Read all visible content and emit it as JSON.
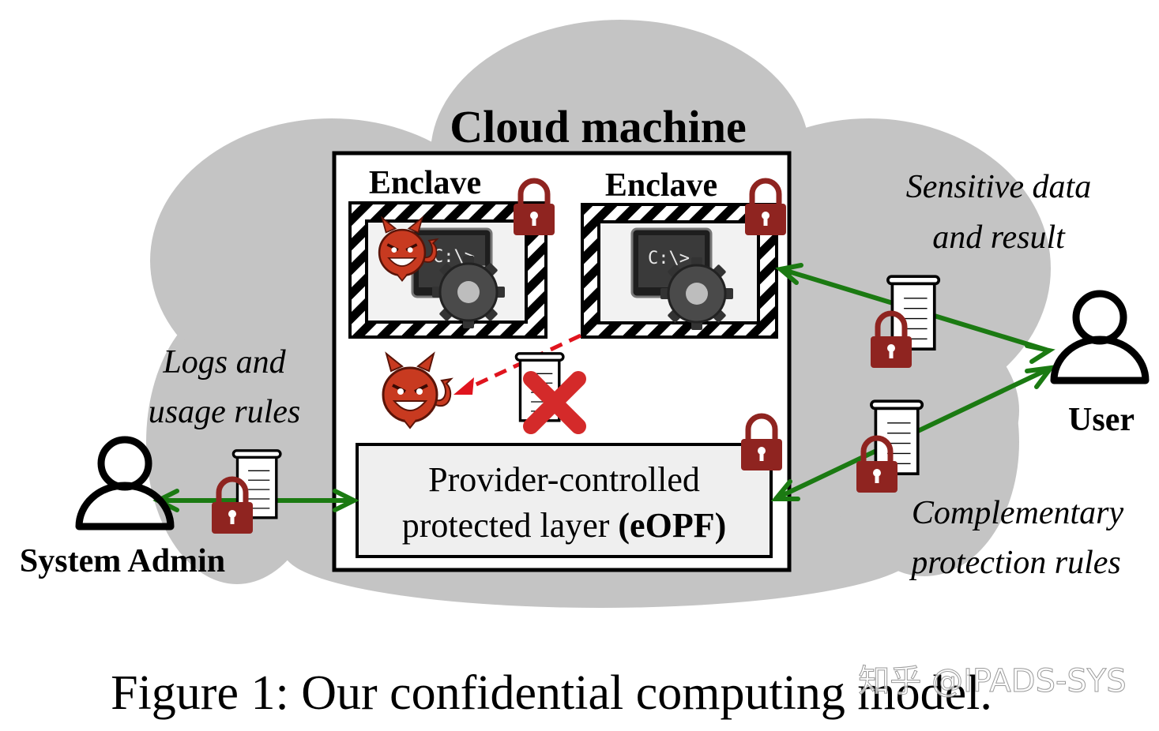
{
  "diagram": {
    "title": "Cloud machine",
    "enclave_left_label": "Enclave",
    "enclave_right_label": "Enclave",
    "eopf_line1": "Provider-controlled",
    "eopf_line2_normal": "protected layer ",
    "eopf_line2_bold": "(eOPF)",
    "enclave_screen_text": "C:\\>_",
    "sensitive_line1": "Sensitive data",
    "sensitive_line2": "and result",
    "logs_line1": "Logs and",
    "logs_line2": "usage rules",
    "complementary_line1": "Complementary",
    "complementary_line2": "protection rules",
    "user_label": "User",
    "admin_label": "System Admin"
  },
  "caption": "Figure 1: Our confidential computing model.",
  "watermark": "知乎 @IPADS-SYS",
  "colors": {
    "cloud": "#c4c4c4",
    "arrow_green": "#1b7a12",
    "arrow_red": "#e0141e",
    "lock": "#8f2420",
    "devil": "#c83a20",
    "eopf_fill": "#efefef"
  },
  "icons": [
    "cloud-shape",
    "padlock-icon",
    "document-icon",
    "person-icon",
    "devil-icon",
    "terminal-gear-icon",
    "red-x-icon"
  ]
}
